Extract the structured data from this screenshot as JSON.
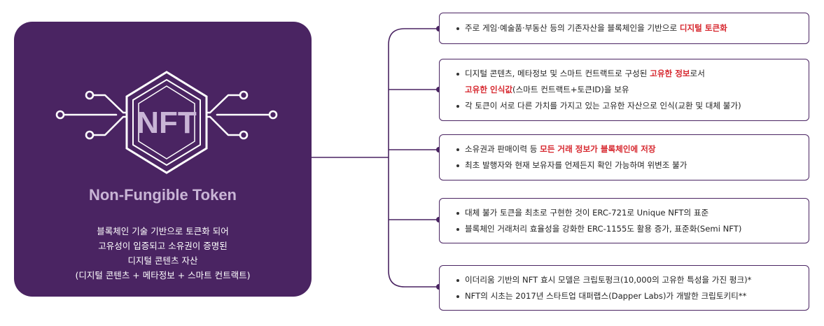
{
  "colors": {
    "panel": "#4a2462",
    "title": "#c9b5d6",
    "highlight": "#d7282f"
  },
  "panel": {
    "logo_text": "NFT",
    "title": "Non-Fungible Token",
    "desc": [
      "블록체인 기술 기반으로 토큰화 되어",
      "고유성이 입증되고 소유권이 증명된",
      "디지털 콘텐츠 자산",
      "(디지털 콘텐츠 + 메타정보 + 스마트 컨트랙트)"
    ]
  },
  "boxes": [
    {
      "lines": [
        {
          "parts": [
            "주로 게임·예술품·부동산 등의 기존자산을 블록체인을 기반으로 ",
            "디지털 토큰화"
          ]
        }
      ]
    },
    {
      "lines": [
        {
          "parts": [
            "디지털 콘텐츠, 메타정보 및 스마트 컨트랙트로 구성된 ",
            "고유한 정보",
            "로서"
          ]
        },
        {
          "cont": true,
          "parts": [
            "고유한 인식값",
            "(스마트 컨트랙트+토큰ID)을 보유"
          ]
        },
        {
          "parts": [
            "각 토큰이 서로 다른 가치를 가지고 있는 고유한 자산으로 인식(교환 및 대체 불가)"
          ]
        }
      ]
    },
    {
      "lines": [
        {
          "parts": [
            "소유권과 판매이력 등 ",
            "모든 거래 정보가 블록체인에 저장"
          ]
        },
        {
          "parts": [
            "최초 발행자와 현재 보유자를 언제든지 확인 가능하며 위변조 불가"
          ]
        }
      ]
    },
    {
      "lines": [
        {
          "parts": [
            "대체 불가 토큰을  최초로 구현한 것이 ERC-721로 Unique NFT의 표준"
          ]
        },
        {
          "parts": [
            "블록체인 거래처리 효율성을 강화한 ERC-1155도 활용 증가, 표준화(Semi NFT)"
          ]
        }
      ]
    },
    {
      "lines": [
        {
          "parts": [
            "이더리움 기반의 NFT 효시 모델은 크립토펑크(10,000의 고유한 특성을 가진 펑크)*"
          ]
        },
        {
          "parts": [
            "NFT의 시초는 2017년 스타트업 대퍼랩스(Dapper Labs)가 개발한 크립토키티**"
          ]
        }
      ]
    }
  ]
}
